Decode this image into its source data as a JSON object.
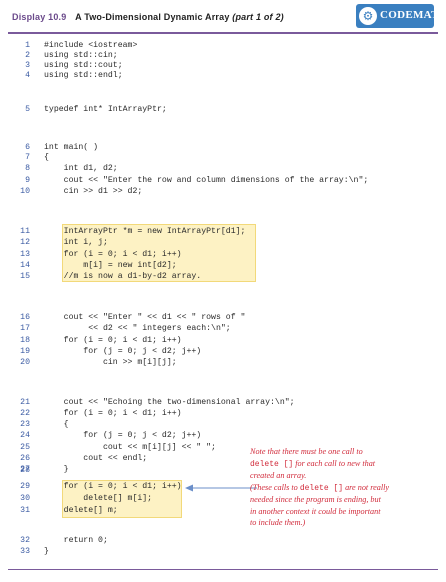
{
  "header": {
    "display_label": "Display 10.9",
    "title": "A Two-Dimensional Dynamic Array",
    "part": "(part 1 of 2)",
    "logo_text": "CODEMATE"
  },
  "code_lines": [
    {
      "n": "1",
      "t": "#include <iostream>"
    },
    {
      "n": "2",
      "t": "using std::cin;"
    },
    {
      "n": "3",
      "t": "using std::cout;"
    },
    {
      "n": "4",
      "t": "using std::endl;"
    },
    {
      "n": "5",
      "t": "typedef int* IntArrayPtr;"
    },
    {
      "n": "6",
      "t": "int main( )"
    },
    {
      "n": "7",
      "t": "{"
    },
    {
      "n": "8",
      "t": "    int d1, d2;"
    },
    {
      "n": "9",
      "t": "    cout << \"Enter the row and column dimensions of the array:\\n\";"
    },
    {
      "n": "10",
      "t": "    cin >> d1 >> d2;"
    },
    {
      "n": "11",
      "t": "    IntArrayPtr *m = new IntArrayPtr[d1];"
    },
    {
      "n": "12",
      "t": "    int i, j;"
    },
    {
      "n": "13",
      "t": "    for (i = 0; i < d1; i++)"
    },
    {
      "n": "14",
      "t": "        m[i] = new int[d2];"
    },
    {
      "n": "15",
      "t": "    //m is now a d1-by-d2 array."
    },
    {
      "n": "16",
      "t": "    cout << \"Enter \" << d1 << \" rows of \""
    },
    {
      "n": "17",
      "t": "         << d2 << \" integers each:\\n\";"
    },
    {
      "n": "18",
      "t": "    for (i = 0; i < d1; i++)"
    },
    {
      "n": "19",
      "t": "        for (j = 0; j < d2; j++)"
    },
    {
      "n": "20",
      "t": "            cin >> m[i][j];"
    },
    {
      "n": "21",
      "t": "    cout << \"Echoing the two-dimensional array:\\n\";"
    },
    {
      "n": "22",
      "t": "    for (i = 0; i < d1; i++)"
    },
    {
      "n": "23",
      "t": "    {"
    },
    {
      "n": "24",
      "t": "        for (j = 0; j < d2; j++)"
    },
    {
      "n": "25",
      "t": "            cout << m[i][j] << \" \";"
    },
    {
      "n": "26",
      "t": "        cout << endl;"
    },
    {
      "n": "27",
      "t": "    }"
    },
    {
      "n": "28",
      "t": ""
    },
    {
      "n": "29",
      "t": "    for (i = 0; i < d1; i++)"
    },
    {
      "n": "30",
      "t": "        delete[] m[i];"
    },
    {
      "n": "31",
      "t": "    delete[] m;"
    },
    {
      "n": "32",
      "t": "    return 0;"
    },
    {
      "n": "33",
      "t": "}"
    }
  ],
  "note": {
    "line1": "Note that there must be one call to",
    "line2_code": "delete []",
    "line2_rest": " for each call to new that",
    "line3": "created an array.",
    "line4_pre": "(These calls to ",
    "line4_code": "delete []",
    "line4_rest": " are not really",
    "line5": "needed since the program is ending, but",
    "line6": "in another context it could be important",
    "line7": "to include them.)"
  },
  "colors": {
    "line_number": "#3b5ba3",
    "note": "#d12b3b",
    "highlight": "#fdf2c4",
    "accent": "#6b4a8b"
  }
}
